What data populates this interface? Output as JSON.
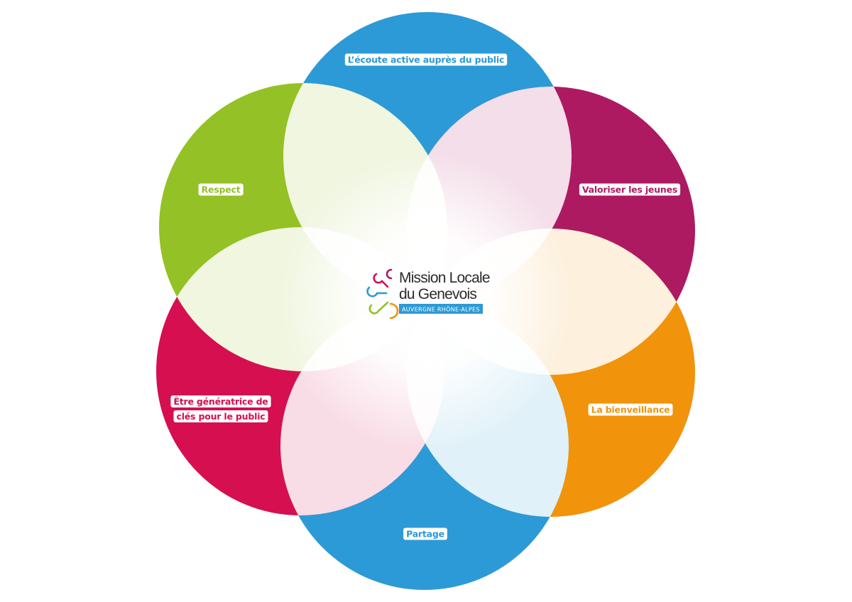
{
  "petals": [
    {
      "id": "top",
      "lines": [
        "L’écoute active auprès du public"
      ],
      "color": "#2c9ad6"
    },
    {
      "id": "upper-right",
      "lines": [
        "Valoriser les jeunes"
      ],
      "color": "#ad1a62"
    },
    {
      "id": "lower-right",
      "lines": [
        "La bienveillance"
      ],
      "color": "#f2930c"
    },
    {
      "id": "bottom",
      "lines": [
        "Partage"
      ],
      "color": "#2c9ad6"
    },
    {
      "id": "lower-left",
      "lines": [
        "Être génératrice de",
        "clés pour le public"
      ],
      "color": "#d50f50"
    },
    {
      "id": "upper-left",
      "lines": [
        "Respect"
      ],
      "color": "#94c125"
    }
  ],
  "logo": {
    "title_line1": "Mission Locale",
    "title_line2": "du Genevois",
    "region": "AUVERGNE RHÔNE-ALPES",
    "region_color": "#2c9ad6",
    "icon_colors": [
      "#ad1a62",
      "#d50f50",
      "#2c9ad6",
      "#94c125",
      "#f2930c"
    ]
  }
}
